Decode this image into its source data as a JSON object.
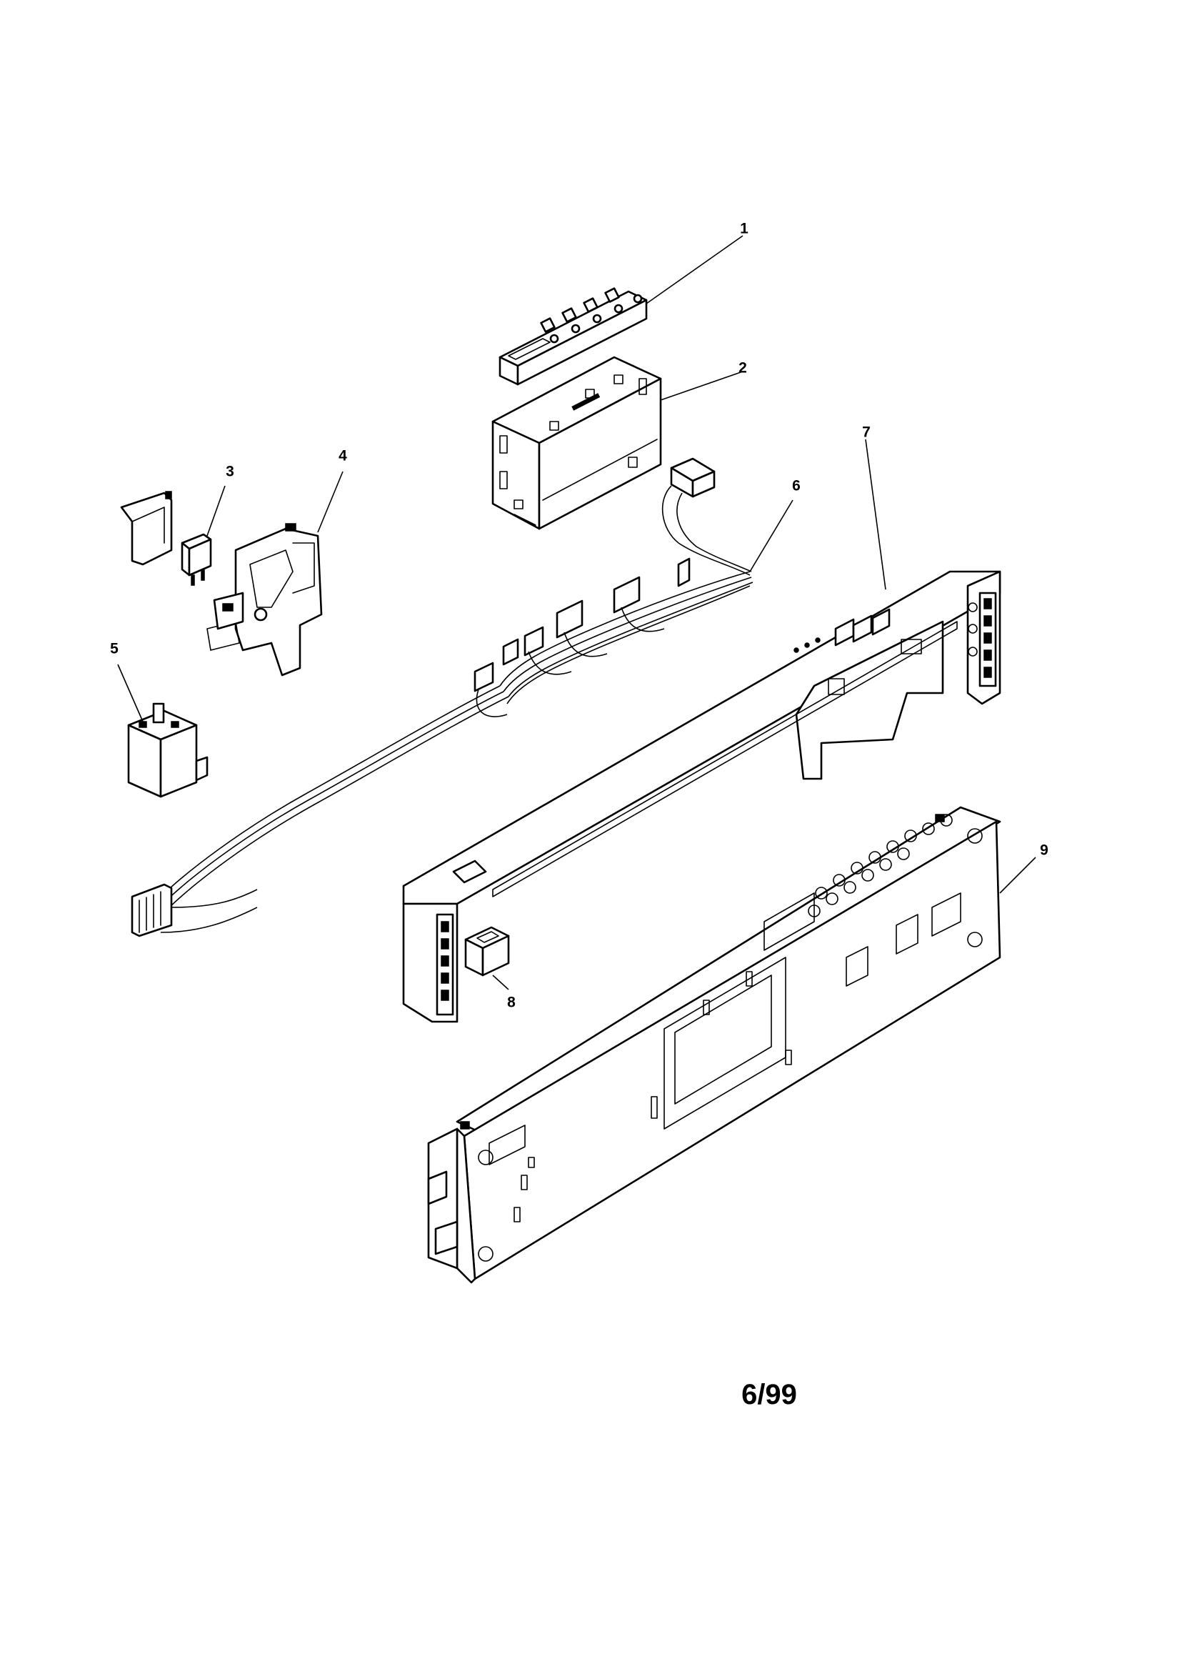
{
  "diagram": {
    "date_code": "6/99",
    "callouts": [
      {
        "id": "1",
        "name": "part-1-keypad",
        "label": "1"
      },
      {
        "id": "2",
        "name": "part-2-control-module",
        "label": "2"
      },
      {
        "id": "3",
        "name": "part-3-switch",
        "label": "3"
      },
      {
        "id": "4",
        "name": "part-4-door-latch",
        "label": "4"
      },
      {
        "id": "5",
        "name": "part-5-relay",
        "label": "5"
      },
      {
        "id": "6",
        "name": "part-6-wire-harness",
        "label": "6"
      },
      {
        "id": "7",
        "name": "part-7-control-panel",
        "label": "7"
      },
      {
        "id": "8",
        "name": "part-8-clip",
        "label": "8"
      },
      {
        "id": "9",
        "name": "part-9-inner-panel",
        "label": "9"
      }
    ]
  }
}
